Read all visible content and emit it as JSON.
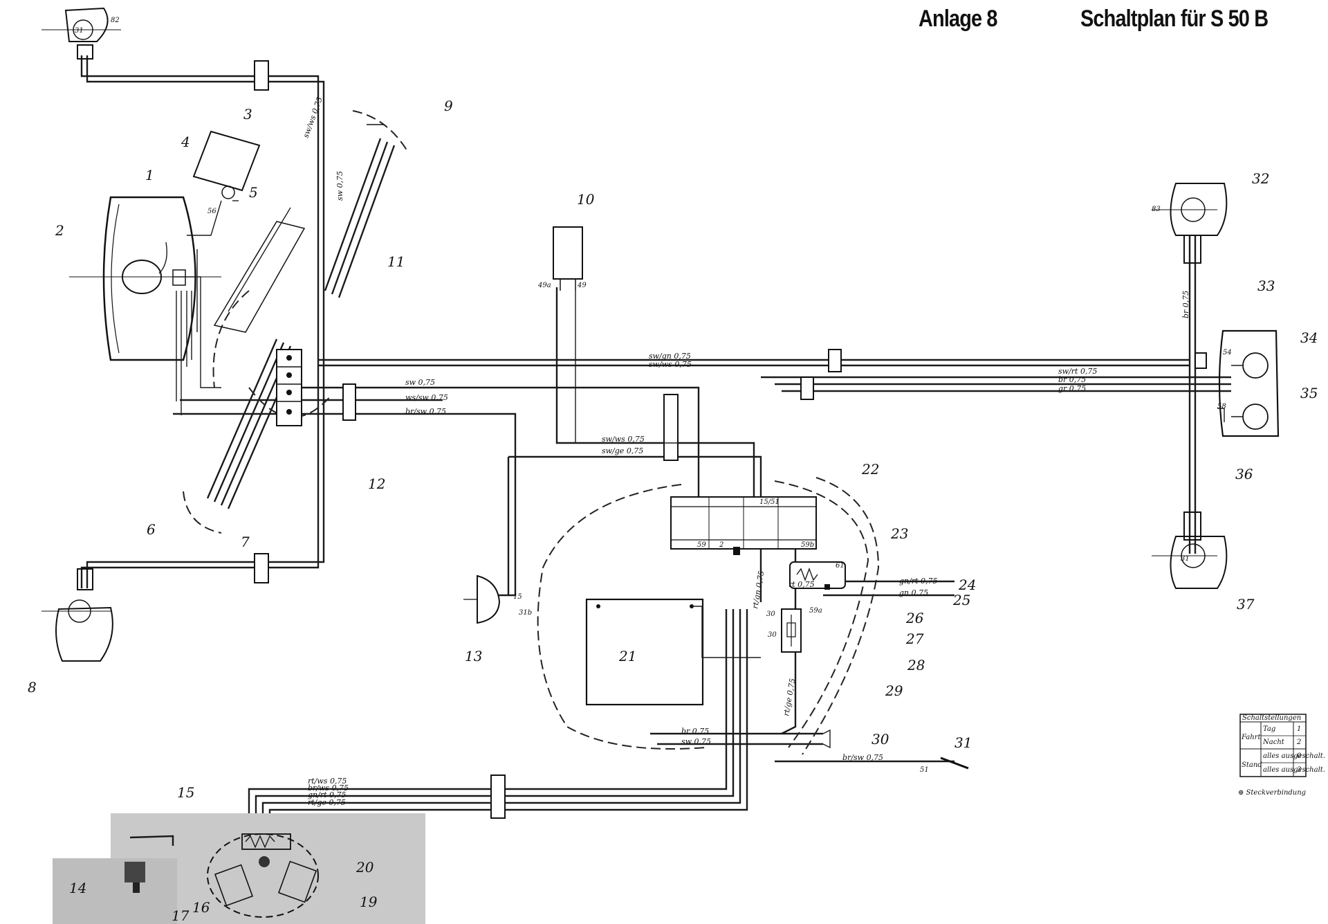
{
  "header": {
    "anlage": "Anlage 8",
    "title": "Schaltplan für S 50 B"
  },
  "callouts": [
    "1",
    "2",
    "3",
    "4",
    "5",
    "6",
    "7",
    "8",
    "9",
    "10",
    "11",
    "12",
    "13",
    "14",
    "15",
    "16",
    "17",
    "19",
    "20",
    "21",
    "22",
    "23",
    "24",
    "25",
    "26",
    "27",
    "28",
    "29",
    "30",
    "31",
    "32",
    "33",
    "34",
    "35",
    "36",
    "37"
  ],
  "wire_labels": {
    "top1": "sw/gn 0,75",
    "top2": "sw/ws 0,75",
    "mid1": "sw 0,75",
    "mid2": "ws/sw 0,75",
    "mid3": "br/sw 0,75",
    "swws": "sw/ws 0,75",
    "swge": "sw/ge 0,75",
    "r1": "sw/rt 0,75",
    "r2": "br 0,75",
    "r3": "gr 0,75",
    "gnrt": "gn/rt 0,75",
    "gn": "gn 0,75",
    "rt": "rt 0,75",
    "bot1": "br 0,75",
    "bot2": "sw 0,75",
    "brsw": "br/sw 0,75",
    "ign1": "rt/ws 0,75",
    "ign2": "br/ws 0,75",
    "ign3": "gn/rt 0,75",
    "ign4": "rt/ge 0,75",
    "vert_br": "br 0,75",
    "rtge": "rt/ge 0,75",
    "sw_up": "sw 0,75",
    "swws_up": "sw/ws 0,75",
    "rtgn": "rt/gn 0,75"
  },
  "terminals": [
    "31",
    "82",
    "83",
    "31b",
    "49a",
    "49",
    "56",
    "58",
    "54",
    "30",
    "15/51",
    "59",
    "2",
    "59a",
    "59b",
    "15",
    "31",
    "30",
    "51",
    "61"
  ],
  "legend": {
    "title": "Schaltstellungen",
    "rows": [
      {
        "group": "Fahrt",
        "label": "Tag",
        "value": "1"
      },
      {
        "group": "",
        "label": "Nacht",
        "value": "2"
      },
      {
        "group": "Stand",
        "label": "alles ausgeschalt.",
        "value": "0"
      },
      {
        "group": "",
        "label": "alles ausgeschalt.",
        "value": "3"
      }
    ],
    "footnote": "⊕ Steckverbindung"
  }
}
